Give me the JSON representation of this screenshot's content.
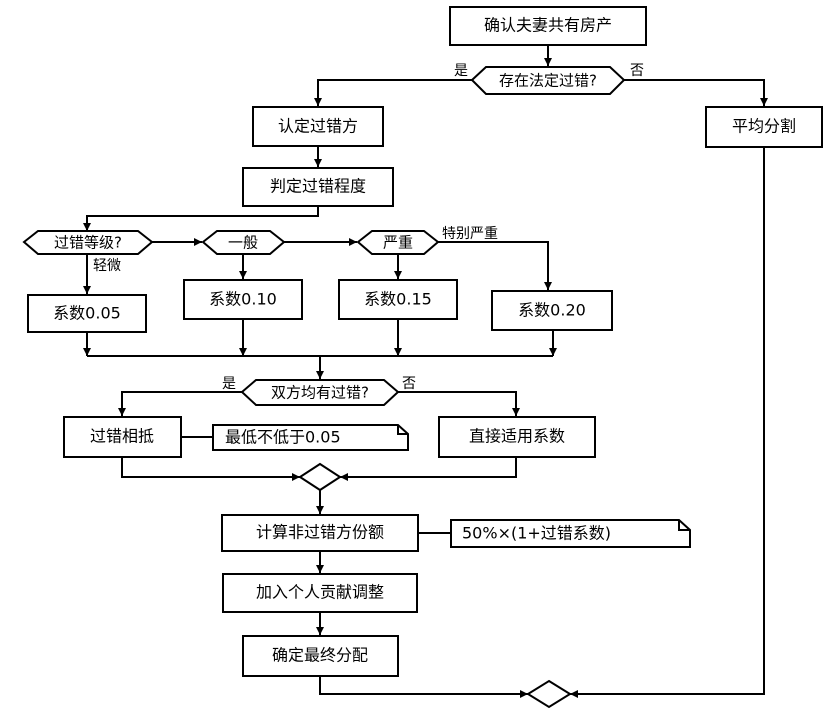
{
  "nodes": {
    "confirm_property": "确认夫妻共有房产",
    "fault_exists": "存在法定过错?",
    "equal_split": "平均分割",
    "identify_faulty": "认定过错方",
    "judge_degree": "判定过错程度",
    "fault_level": "过错等级?",
    "general": "一般",
    "serious": "严重",
    "coef_005": "系数0.05",
    "coef_010": "系数0.10",
    "coef_015": "系数0.15",
    "coef_020": "系数0.20",
    "both_fault": "双方均有过错?",
    "offset": "过错相抵",
    "direct_apply": "直接适用系数",
    "calc_share": "计算非过错方份额",
    "add_contribution": "加入个人贡献调整",
    "final_distribution": "确定最终分配"
  },
  "notes": {
    "min_note": "最低不低于0.05",
    "formula_note": "50%×(1+过错系数)"
  },
  "edge_labels": {
    "yes_1": "是",
    "no_1": "否",
    "minor": "轻微",
    "very_serious": "特别严重",
    "yes_2": "是",
    "no_2": "否"
  }
}
